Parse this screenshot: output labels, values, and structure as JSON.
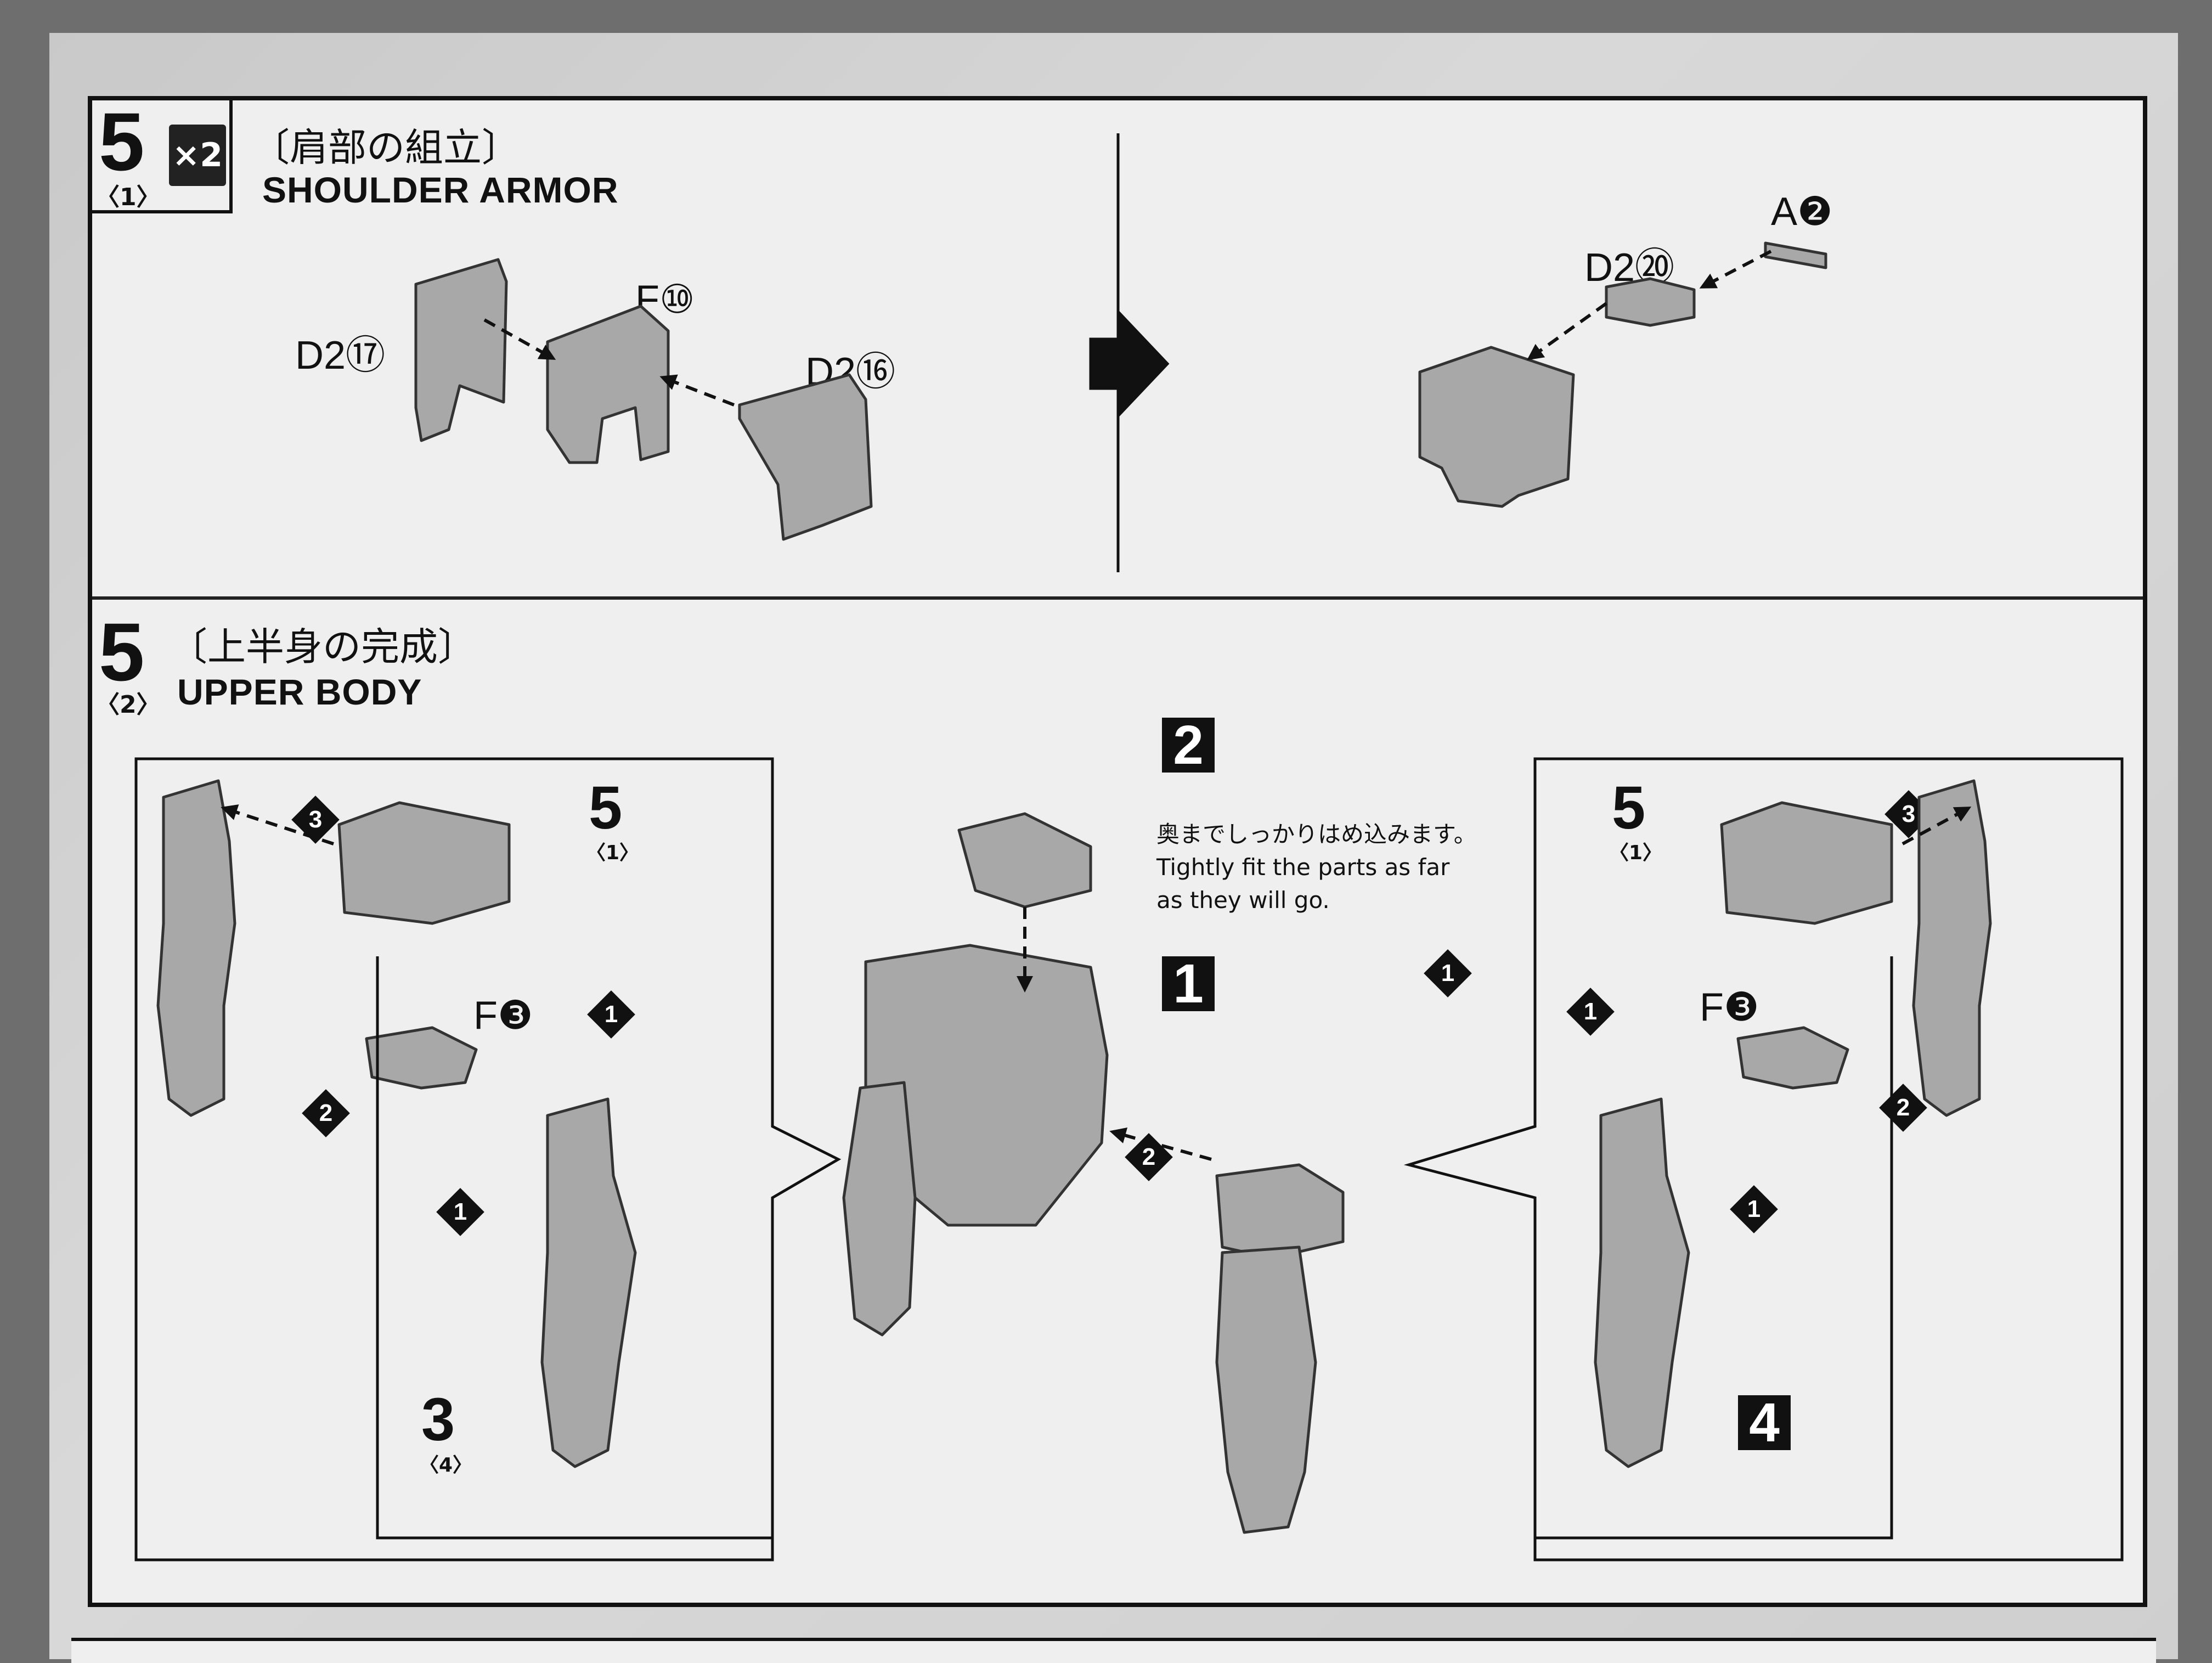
{
  "step_5_1": {
    "number": "5",
    "sub": "〈1〉",
    "multiplier": "×2",
    "title_jp": "〔肩部の組立〕",
    "title_en": "SHOULDER ARMOR",
    "part_labels": {
      "d2_17": "D2⑰",
      "f10": "F⑩",
      "d2_16": "D2⑯",
      "d2_20": "D2⑳",
      "a2": "A❷"
    }
  },
  "step_5_2": {
    "number": "5",
    "sub": "〈2〉",
    "title_jp": "〔上半身の完成〕",
    "title_en": "UPPER BODY",
    "note_jp": "奥までしっかりはめ込みます。",
    "note_en_line1": "Tightly fit the parts as far",
    "note_en_line2": "as they will go.",
    "ref_1": "1",
    "ref_2": "2",
    "ref_3": "3",
    "ref_3_sub": "〈4〉",
    "ref_4": "4",
    "ref_5_left": "5",
    "ref_5_left_sub": "〈1〉",
    "ref_5_right": "5",
    "ref_5_right_sub": "〈1〉",
    "f3_left": "F❸",
    "f3_right": "F❸",
    "order_1": "1",
    "order_2": "2",
    "order_3": "3"
  },
  "colors": {
    "background": "#6e6e6e",
    "paper": "#efefef",
    "ink": "#111111",
    "part_fill": "#a8a8a8"
  }
}
